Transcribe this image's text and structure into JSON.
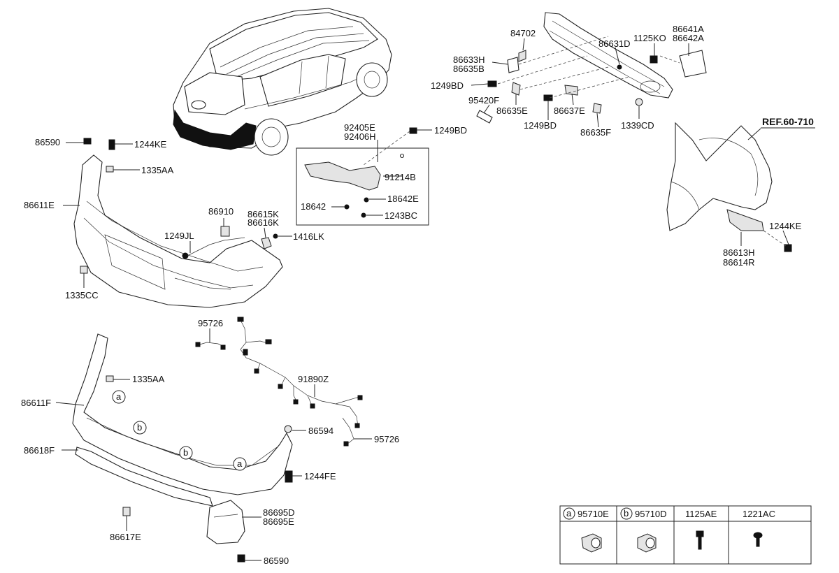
{
  "labels": {
    "86590_top": "86590",
    "1244KE_top": "1244KE",
    "1335AA_top": "1335AA",
    "86611E": "86611E",
    "1335CC": "1335CC",
    "1249JL": "1249JL",
    "86910": "86910",
    "86615K": "86615K",
    "86616K": "86616K",
    "1416LK": "1416LK",
    "92405E": "92405E",
    "92406H": "92406H",
    "1249BD_mid": "1249BD",
    "91214B": "91214B",
    "18642": "18642",
    "18642E": "18642E",
    "1243BC": "1243BC",
    "84702": "84702",
    "86633H": "86633H",
    "86635B": "86635B",
    "1249BD_left": "1249BD",
    "95420F": "95420F",
    "86635E": "86635E",
    "86637E": "86637E",
    "1249BD_bot": "1249BD",
    "86631D": "86631D",
    "1125KO": "1125KO",
    "86641A": "86641A",
    "86642A": "86642A",
    "86635F": "86635F",
    "1339CD": "1339CD",
    "ref": "REF.60-710",
    "1244KE_right": "1244KE",
    "86613H": "86613H",
    "86614R": "86614R",
    "95726_top": "95726",
    "91890Z": "91890Z",
    "95726_bot": "95726",
    "1335AA_low": "1335AA",
    "86611F": "86611F",
    "86618F": "86618F",
    "86594": "86594",
    "1244FE": "1244FE",
    "86617E": "86617E",
    "86695D": "86695D",
    "86695E": "86695E",
    "86590_bot": "86590"
  },
  "callouts": {
    "a": "a",
    "b": "b"
  },
  "legend_table": {
    "headers": [
      {
        "circle": "a",
        "part": "95710E"
      },
      {
        "circle": "b",
        "part": "95710D"
      },
      {
        "circle": "",
        "part": "1125AE"
      },
      {
        "circle": "",
        "part": "1221AC"
      }
    ]
  }
}
